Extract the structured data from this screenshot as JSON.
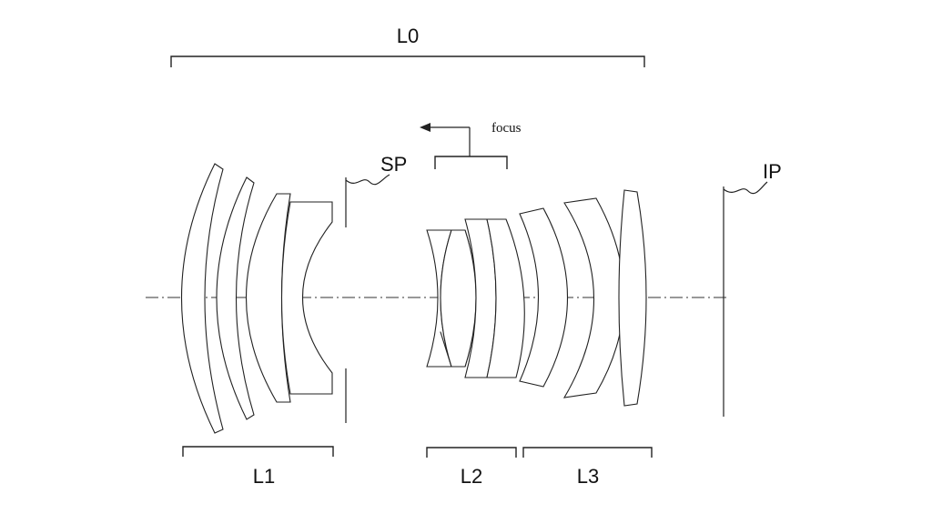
{
  "labels": {
    "overall_group": "L0",
    "group_1": "L1",
    "group_2": "L2",
    "group_3": "L3",
    "stop": "SP",
    "image_plane": "IP",
    "focus": "focus"
  },
  "colors": {
    "stroke": "#222222",
    "background": "#ffffff"
  }
}
